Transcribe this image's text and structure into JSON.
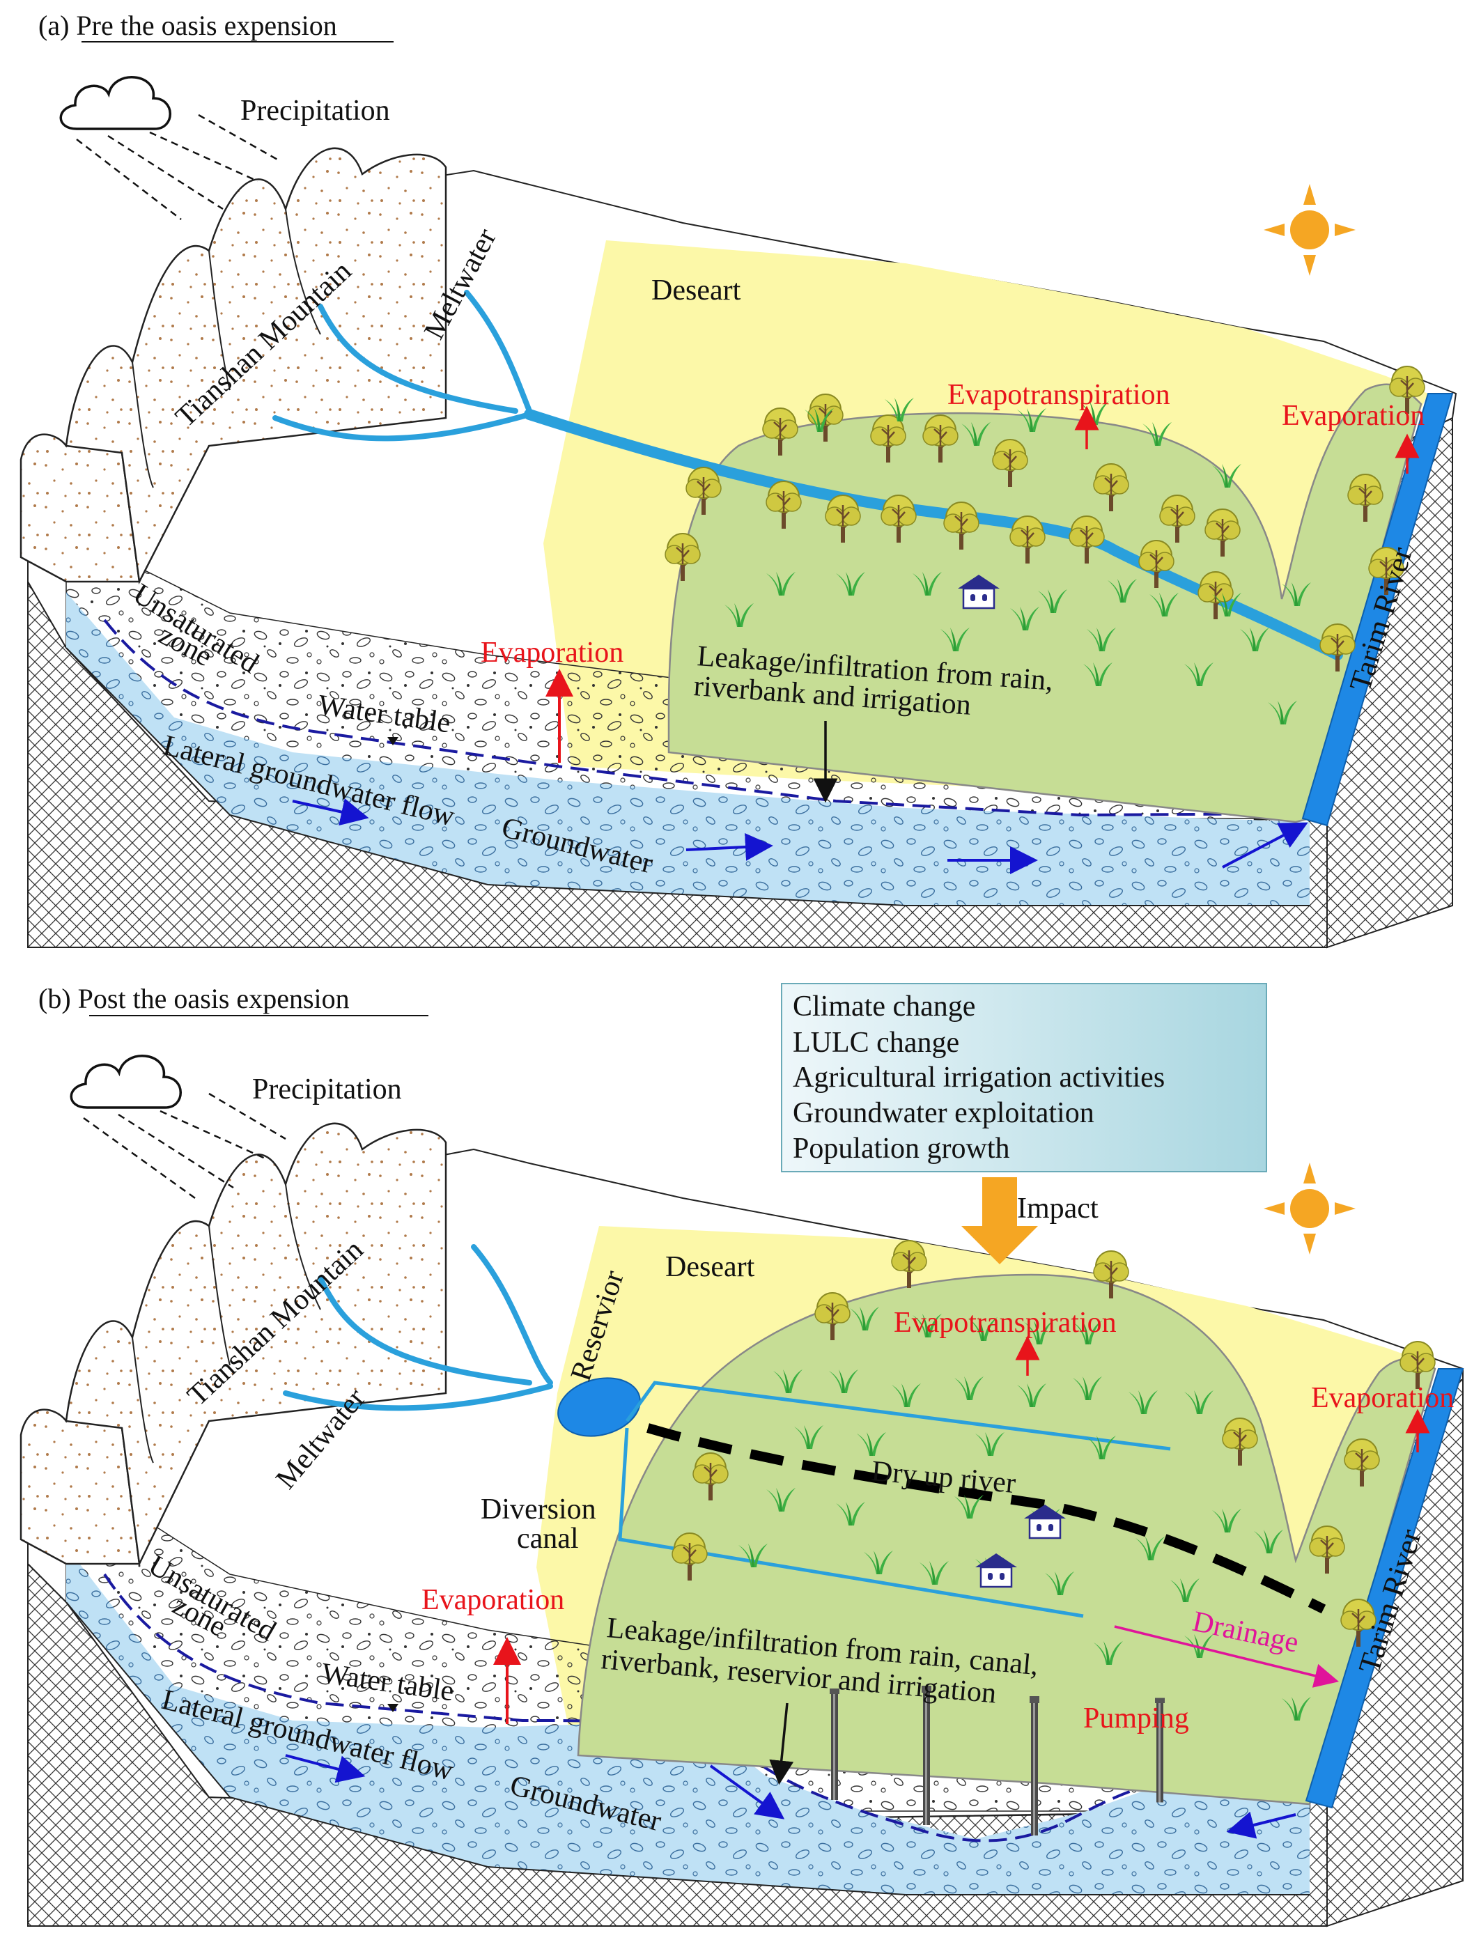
{
  "panel_a": {
    "title": "(a) Pre the oasis expension",
    "precipitation": "Precipitation",
    "mountain": "Tianshan Mountain",
    "meltwater": "Meltwater",
    "desert": "Deseart",
    "evapotranspiration": "Evapotranspiration",
    "evaporation_river": "Evaporation",
    "evaporation_zone": "Evaporation",
    "river": "Tarim River",
    "unsaturated_1": "Unsaturated",
    "unsaturated_2": "zone",
    "water_table": "Water table",
    "lateral_flow": "Lateral groundwater flow",
    "groundwater": "Groundwater",
    "leakage_1": "Leakage/infiltration from rain,",
    "leakage_2": "riverbank and irrigation"
  },
  "panel_b": {
    "title": "(b) Post the oasis expension",
    "precipitation": "Precipitation",
    "mountain": "Tianshan Mountain",
    "meltwater": "Meltwater",
    "reservoir": "Reservior",
    "desert": "Deseart",
    "impact": "Impact",
    "drivers": [
      "Climate change",
      "LULC change",
      "Agricultural irrigation activities",
      "Groundwater exploitation",
      "Population growth"
    ],
    "evapotranspiration": "Evapotranspiration",
    "evaporation_river": "Evaporation",
    "evaporation_zone": "Evaporation",
    "dry_river": "Dry up river",
    "diversion_1": "Diversion",
    "diversion_2": "canal",
    "river": "Tarim River",
    "drainage": "Drainage",
    "pumping": "Pumping",
    "unsaturated_1": "Unsaturated",
    "unsaturated_2": "zone",
    "water_table": "Water table",
    "lateral_flow": "Lateral groundwater flow",
    "groundwater": "Groundwater",
    "leakage_1": "Leakage/infiltration from rain, canal,",
    "leakage_2": "riverbank,  reservior and irrigation"
  },
  "colors": {
    "desert": "#fcf8a8",
    "oasis": "#c6dd95",
    "aquifer": "#bfe1f5",
    "river": "#1e88e5",
    "stream": "#2aa0dc",
    "sun": "#f5a623",
    "red_label": "#e8141b",
    "drainage": "#e0149a"
  }
}
